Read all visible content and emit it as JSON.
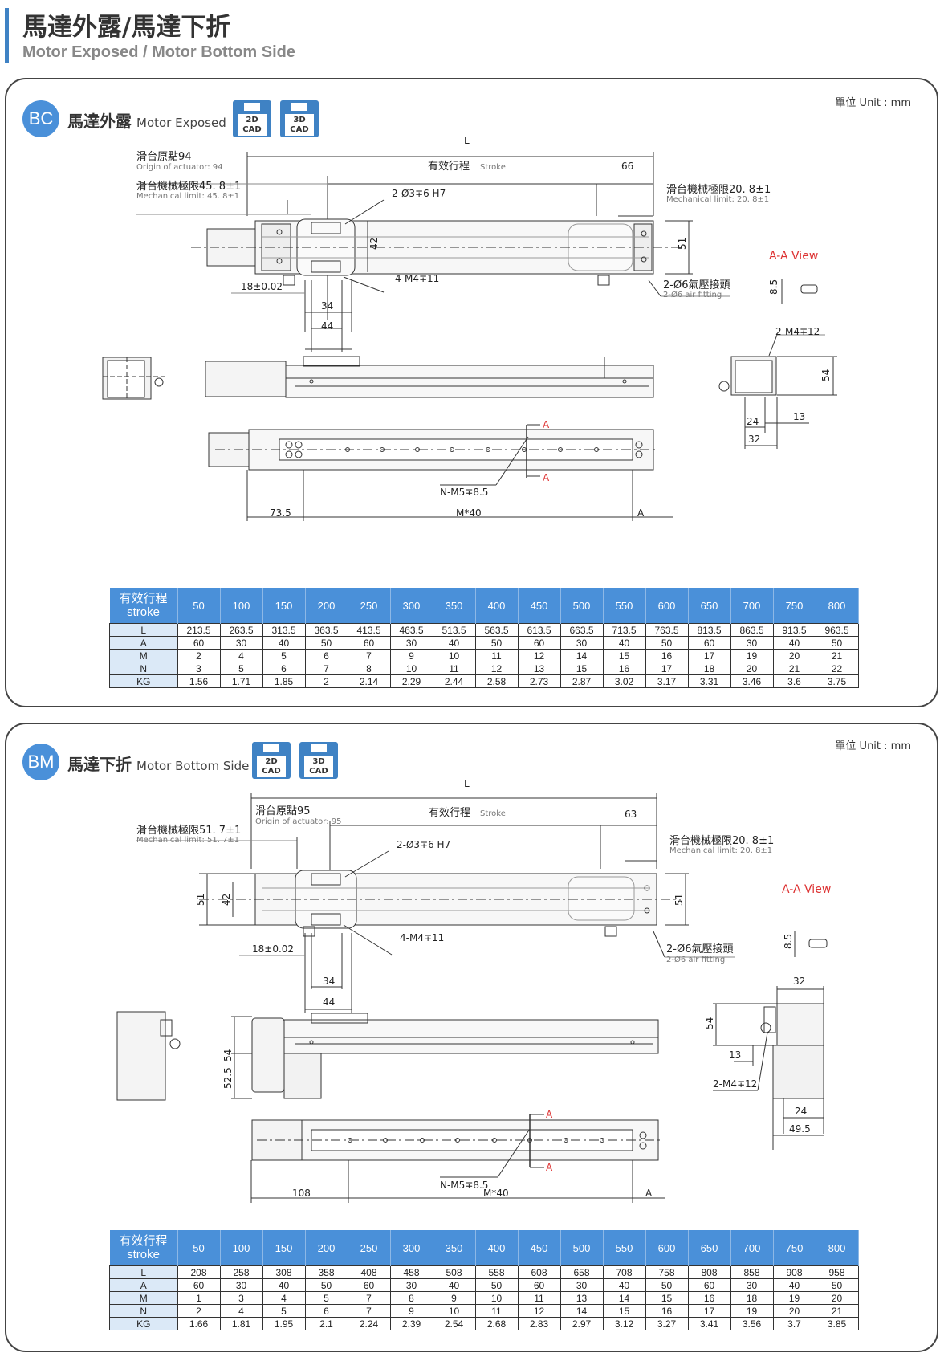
{
  "header": {
    "title_cn": "馬達外露/馬達下折",
    "title_en": "Motor Exposed / Motor Bottom Side"
  },
  "panels": {
    "bc": {
      "badge": "BC",
      "title_cn": "馬達外露",
      "title_en": "Motor Exposed",
      "unit": "單位 Unit : mm",
      "cad2d": [
        "2D",
        "CAD"
      ],
      "cad3d": [
        "3D",
        "CAD"
      ],
      "labels": {
        "L": "L",
        "origin_cn": "滑台原點94",
        "origin_en": "Origin of actuator: 94",
        "stroke_cn": "有效行程",
        "stroke_en": "Stroke",
        "d66": "66",
        "mech_left_cn": "滑台機械極限45. 8±1",
        "mech_left_en": "Mechanical limit: 45. 8±1",
        "mech_right_cn": "滑台機械極限20. 8±1",
        "mech_right_en": "Mechanical limit: 20. 8±1",
        "pin": "2-Ø3∓6 H7",
        "d42": "42",
        "d51": "51",
        "d18": "18±0.02",
        "tap": "4-M4∓11",
        "air_cn": "2-Ø6氣壓接頭",
        "air_en": "2-Ø6 air fitting",
        "d34": "34",
        "d44": "44",
        "aa": "A-A View",
        "d85": "8.5",
        "side_tap": "2-M4∓12",
        "d54": "54",
        "d13": "13",
        "d24": "24",
        "d32": "32",
        "A": "A",
        "nm5": "N-M5∓8.5",
        "d735": "73.5",
        "m40": "M*40"
      },
      "table": {
        "head_cn": "有效行程",
        "head_en": "stroke",
        "strokes": [
          "50",
          "100",
          "150",
          "200",
          "250",
          "300",
          "350",
          "400",
          "450",
          "500",
          "550",
          "600",
          "650",
          "700",
          "750",
          "800"
        ],
        "rows": [
          {
            "label": "L",
            "values": [
              "213.5",
              "263.5",
              "313.5",
              "363.5",
              "413.5",
              "463.5",
              "513.5",
              "563.5",
              "613.5",
              "663.5",
              "713.5",
              "763.5",
              "813.5",
              "863.5",
              "913.5",
              "963.5"
            ]
          },
          {
            "label": "A",
            "values": [
              "60",
              "30",
              "40",
              "50",
              "60",
              "30",
              "40",
              "50",
              "60",
              "30",
              "40",
              "50",
              "60",
              "30",
              "40",
              "50"
            ]
          },
          {
            "label": "M",
            "values": [
              "2",
              "4",
              "5",
              "6",
              "7",
              "9",
              "10",
              "11",
              "12",
              "14",
              "15",
              "16",
              "17",
              "19",
              "20",
              "21"
            ]
          },
          {
            "label": "N",
            "values": [
              "3",
              "5",
              "6",
              "7",
              "8",
              "10",
              "11",
              "12",
              "13",
              "15",
              "16",
              "17",
              "18",
              "20",
              "21",
              "22"
            ]
          },
          {
            "label": "KG",
            "values": [
              "1.56",
              "1.71",
              "1.85",
              "2",
              "2.14",
              "2.29",
              "2.44",
              "2.58",
              "2.73",
              "2.87",
              "3.02",
              "3.17",
              "3.31",
              "3.46",
              "3.6",
              "3.75"
            ]
          }
        ]
      }
    },
    "bm": {
      "badge": "BM",
      "title_cn": "馬達下折",
      "title_en": "Motor Bottom Side",
      "unit": "單位 Unit : mm",
      "cad2d": [
        "2D",
        "CAD"
      ],
      "cad3d": [
        "3D",
        "CAD"
      ],
      "labels": {
        "L": "L",
        "origin_cn": "滑台原點95",
        "origin_en": "Origin of actuator: 95",
        "stroke_cn": "有效行程",
        "stroke_en": "Stroke",
        "d63": "63",
        "mech_left_cn": "滑台機械極限51. 7±1",
        "mech_left_en": "Mechanical limit: 51. 7±1",
        "mech_right_cn": "滑台機械極限20. 8±1",
        "mech_right_en": "Mechanical limit: 20. 8±1",
        "pin": "2-Ø3∓6 H7",
        "d51": "51",
        "d42": "42",
        "d18": "18±0.02",
        "tap": "4-M4∓11",
        "air_cn": "2-Ø6氣壓接頭",
        "air_en": "2-Ø6 air fitting",
        "d34": "34",
        "d44": "44",
        "aa": "A-A View",
        "d85": "8.5",
        "d32": "32",
        "d54": "54",
        "d525": "52.5",
        "d13": "13",
        "side_tap": "2-M4∓12",
        "d24": "24",
        "d495": "49.5",
        "A": "A",
        "nm5": "N-M5∓8.5",
        "d108": "108",
        "m40": "M*40"
      },
      "table": {
        "head_cn": "有效行程",
        "head_en": "stroke",
        "strokes": [
          "50",
          "100",
          "150",
          "200",
          "250",
          "300",
          "350",
          "400",
          "450",
          "500",
          "550",
          "600",
          "650",
          "700",
          "750",
          "800"
        ],
        "rows": [
          {
            "label": "L",
            "values": [
              "208",
              "258",
              "308",
              "358",
              "408",
              "458",
              "508",
              "558",
              "608",
              "658",
              "708",
              "758",
              "808",
              "858",
              "908",
              "958"
            ]
          },
          {
            "label": "A",
            "values": [
              "60",
              "30",
              "40",
              "50",
              "60",
              "30",
              "40",
              "50",
              "60",
              "30",
              "40",
              "50",
              "60",
              "30",
              "40",
              "50"
            ]
          },
          {
            "label": "M",
            "values": [
              "1",
              "3",
              "4",
              "5",
              "7",
              "8",
              "9",
              "10",
              "11",
              "13",
              "14",
              "15",
              "16",
              "18",
              "19",
              "20"
            ]
          },
          {
            "label": "N",
            "values": [
              "2",
              "4",
              "5",
              "6",
              "7",
              "9",
              "10",
              "11",
              "12",
              "14",
              "15",
              "16",
              "17",
              "19",
              "20",
              "21"
            ]
          },
          {
            "label": "KG",
            "values": [
              "1.66",
              "1.81",
              "1.95",
              "2.1",
              "2.24",
              "2.39",
              "2.54",
              "2.68",
              "2.83",
              "2.97",
              "3.12",
              "3.27",
              "3.41",
              "3.56",
              "3.7",
              "3.85"
            ]
          }
        ]
      }
    }
  }
}
